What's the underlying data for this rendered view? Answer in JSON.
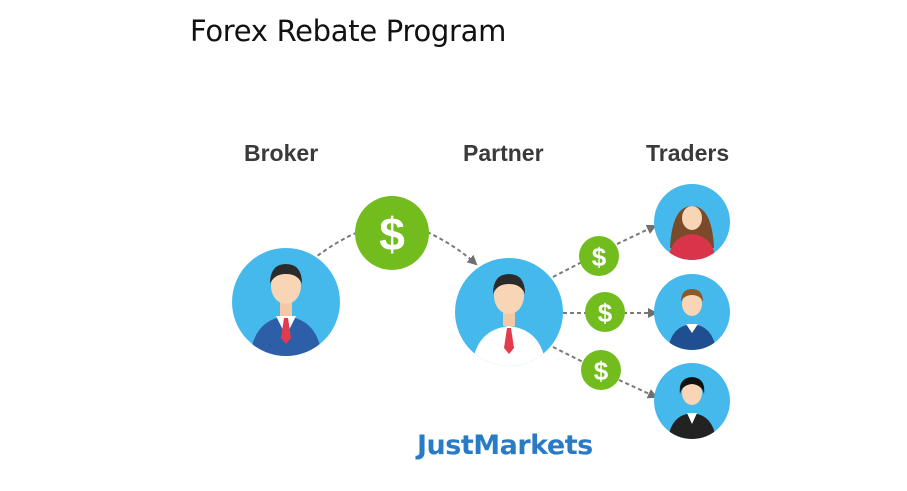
{
  "title": "Forex Rebate Program",
  "labels": {
    "broker": "Broker",
    "partner": "Partner",
    "traders": "Traders"
  },
  "coin_symbol": "$",
  "brand": "JustMarkets",
  "colors": {
    "avatar_bg": "#45b9ec",
    "coin": "#73bc1e",
    "arrow": "#6f6f6f",
    "brand": "#2a7bc6"
  },
  "icons": [
    "broker-avatar-icon",
    "partner-avatar-icon",
    "trader-avatar-icon",
    "dollar-coin-icon",
    "arrow-icon"
  ]
}
